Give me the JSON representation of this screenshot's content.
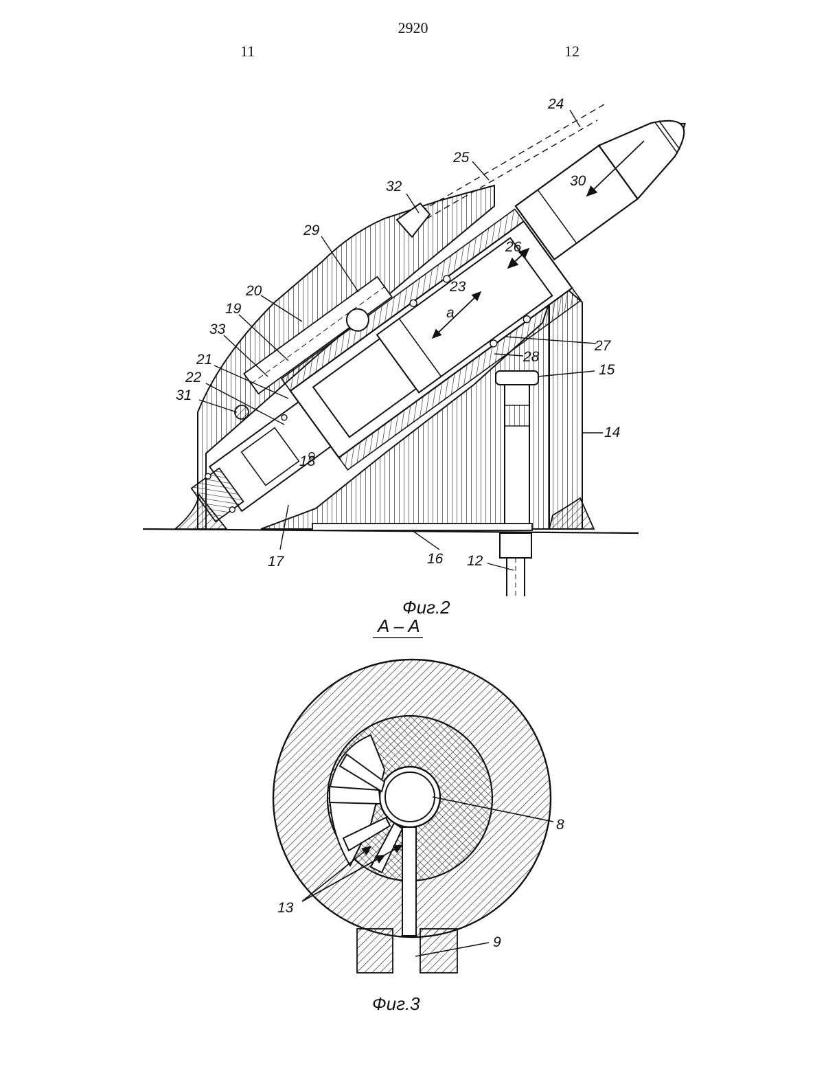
{
  "header": {
    "page_number": "2920",
    "column_left": "11",
    "column_right": "12"
  },
  "figure2": {
    "caption": "Фиг.2",
    "labels": [
      "24",
      "25",
      "30",
      "32",
      "29",
      "26",
      "23",
      "a",
      "20",
      "19",
      "33",
      "21",
      "22",
      "31",
      "27",
      "28",
      "15",
      "14",
      "18",
      "17",
      "16",
      "12"
    ]
  },
  "figure3": {
    "section_label": "A – A",
    "caption": "Фиг.3",
    "labels": [
      "8",
      "13",
      "9"
    ]
  }
}
